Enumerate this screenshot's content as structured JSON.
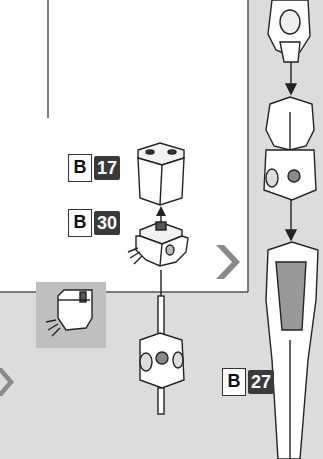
{
  "diagram": {
    "labels": [
      "B",
      "17",
      "B",
      "30",
      "B",
      "27"
    ]
  }
}
